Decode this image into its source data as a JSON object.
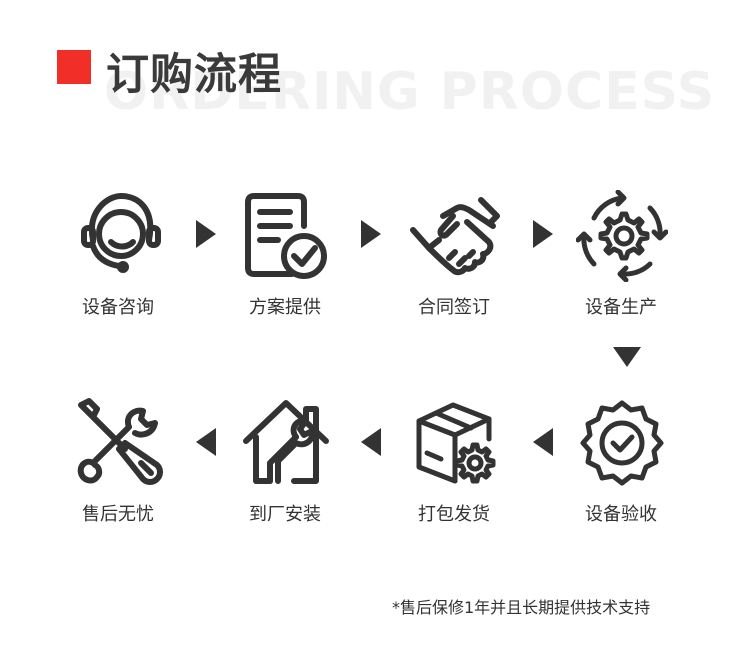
{
  "header": {
    "title": "订购流程",
    "subtitle_en": "ORDERING PROCESS",
    "accent_color": "#f12e28"
  },
  "steps": [
    {
      "label": "设备咨询",
      "icon": "headset-icon"
    },
    {
      "label": "方案提供",
      "icon": "document-check-icon"
    },
    {
      "label": "合同签订",
      "icon": "handshake-icon"
    },
    {
      "label": "设备生产",
      "icon": "gear-cycle-icon"
    },
    {
      "label": "设备验收",
      "icon": "quality-badge-icon"
    },
    {
      "label": "打包发货",
      "icon": "package-gear-icon"
    },
    {
      "label": "到厂安装",
      "icon": "house-wrench-icon"
    },
    {
      "label": "售后无忧",
      "icon": "tools-icon"
    }
  ],
  "footnote": "*售后保修1年并且长期提供技术支持",
  "colors": {
    "icon": "#333333",
    "arrow": "#333333"
  }
}
